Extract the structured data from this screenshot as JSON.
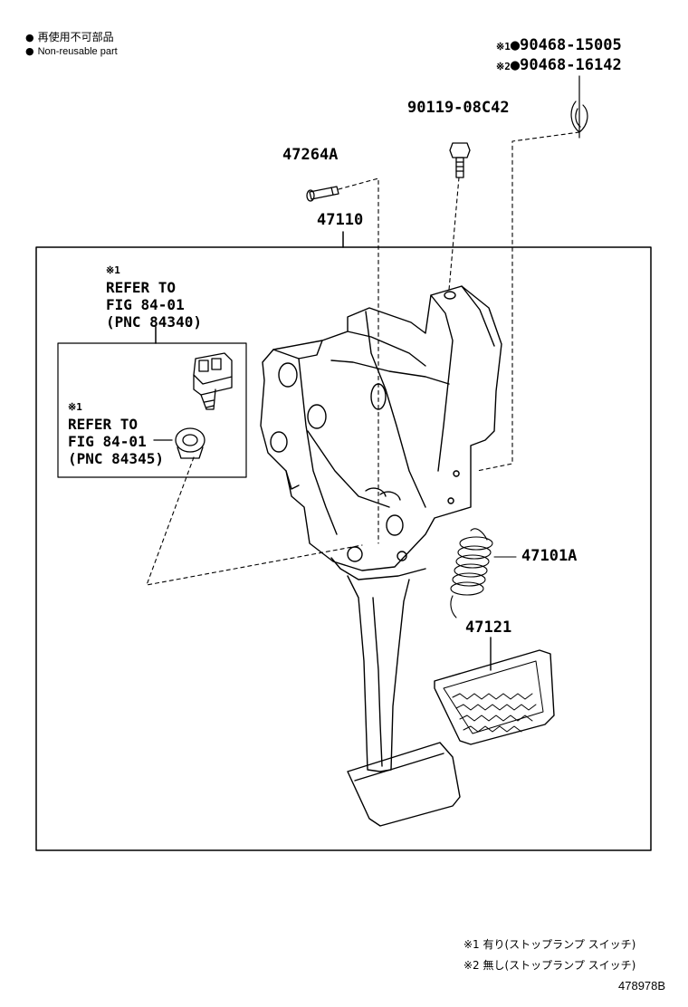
{
  "legend": {
    "bullet": "●",
    "line1": "再使用不可部品",
    "line2": "Non-reusable part"
  },
  "part_numbers": {
    "clip_variant_1": {
      "mark": "※1",
      "bullet": "●",
      "number": "90468-15005"
    },
    "clip_variant_2": {
      "mark": "※2",
      "bullet": "●",
      "number": "90468-16142"
    },
    "bolt": "90119-08C42",
    "pin": "47264A",
    "pedal_assembly": "47110",
    "return_spring": "47101A",
    "pedal_pad": "47121"
  },
  "references": {
    "outer": {
      "mark": "※1",
      "line1": "REFER TO",
      "line2": "FIG 84-01",
      "line3": "(PNC 84340)"
    },
    "inner": {
      "mark": "※1",
      "line1": "REFER TO",
      "line2": "FIG 84-01",
      "line3": "(PNC 84345)"
    }
  },
  "footnotes": {
    "note1": "※1 有り(ストップランプ スイッチ)",
    "note2": "※2 無し(ストップランプ スイッチ)"
  },
  "illustration_code": "478978B",
  "colors": {
    "line": "#000000",
    "background": "#ffffff",
    "shade": "#9a9a9a"
  }
}
